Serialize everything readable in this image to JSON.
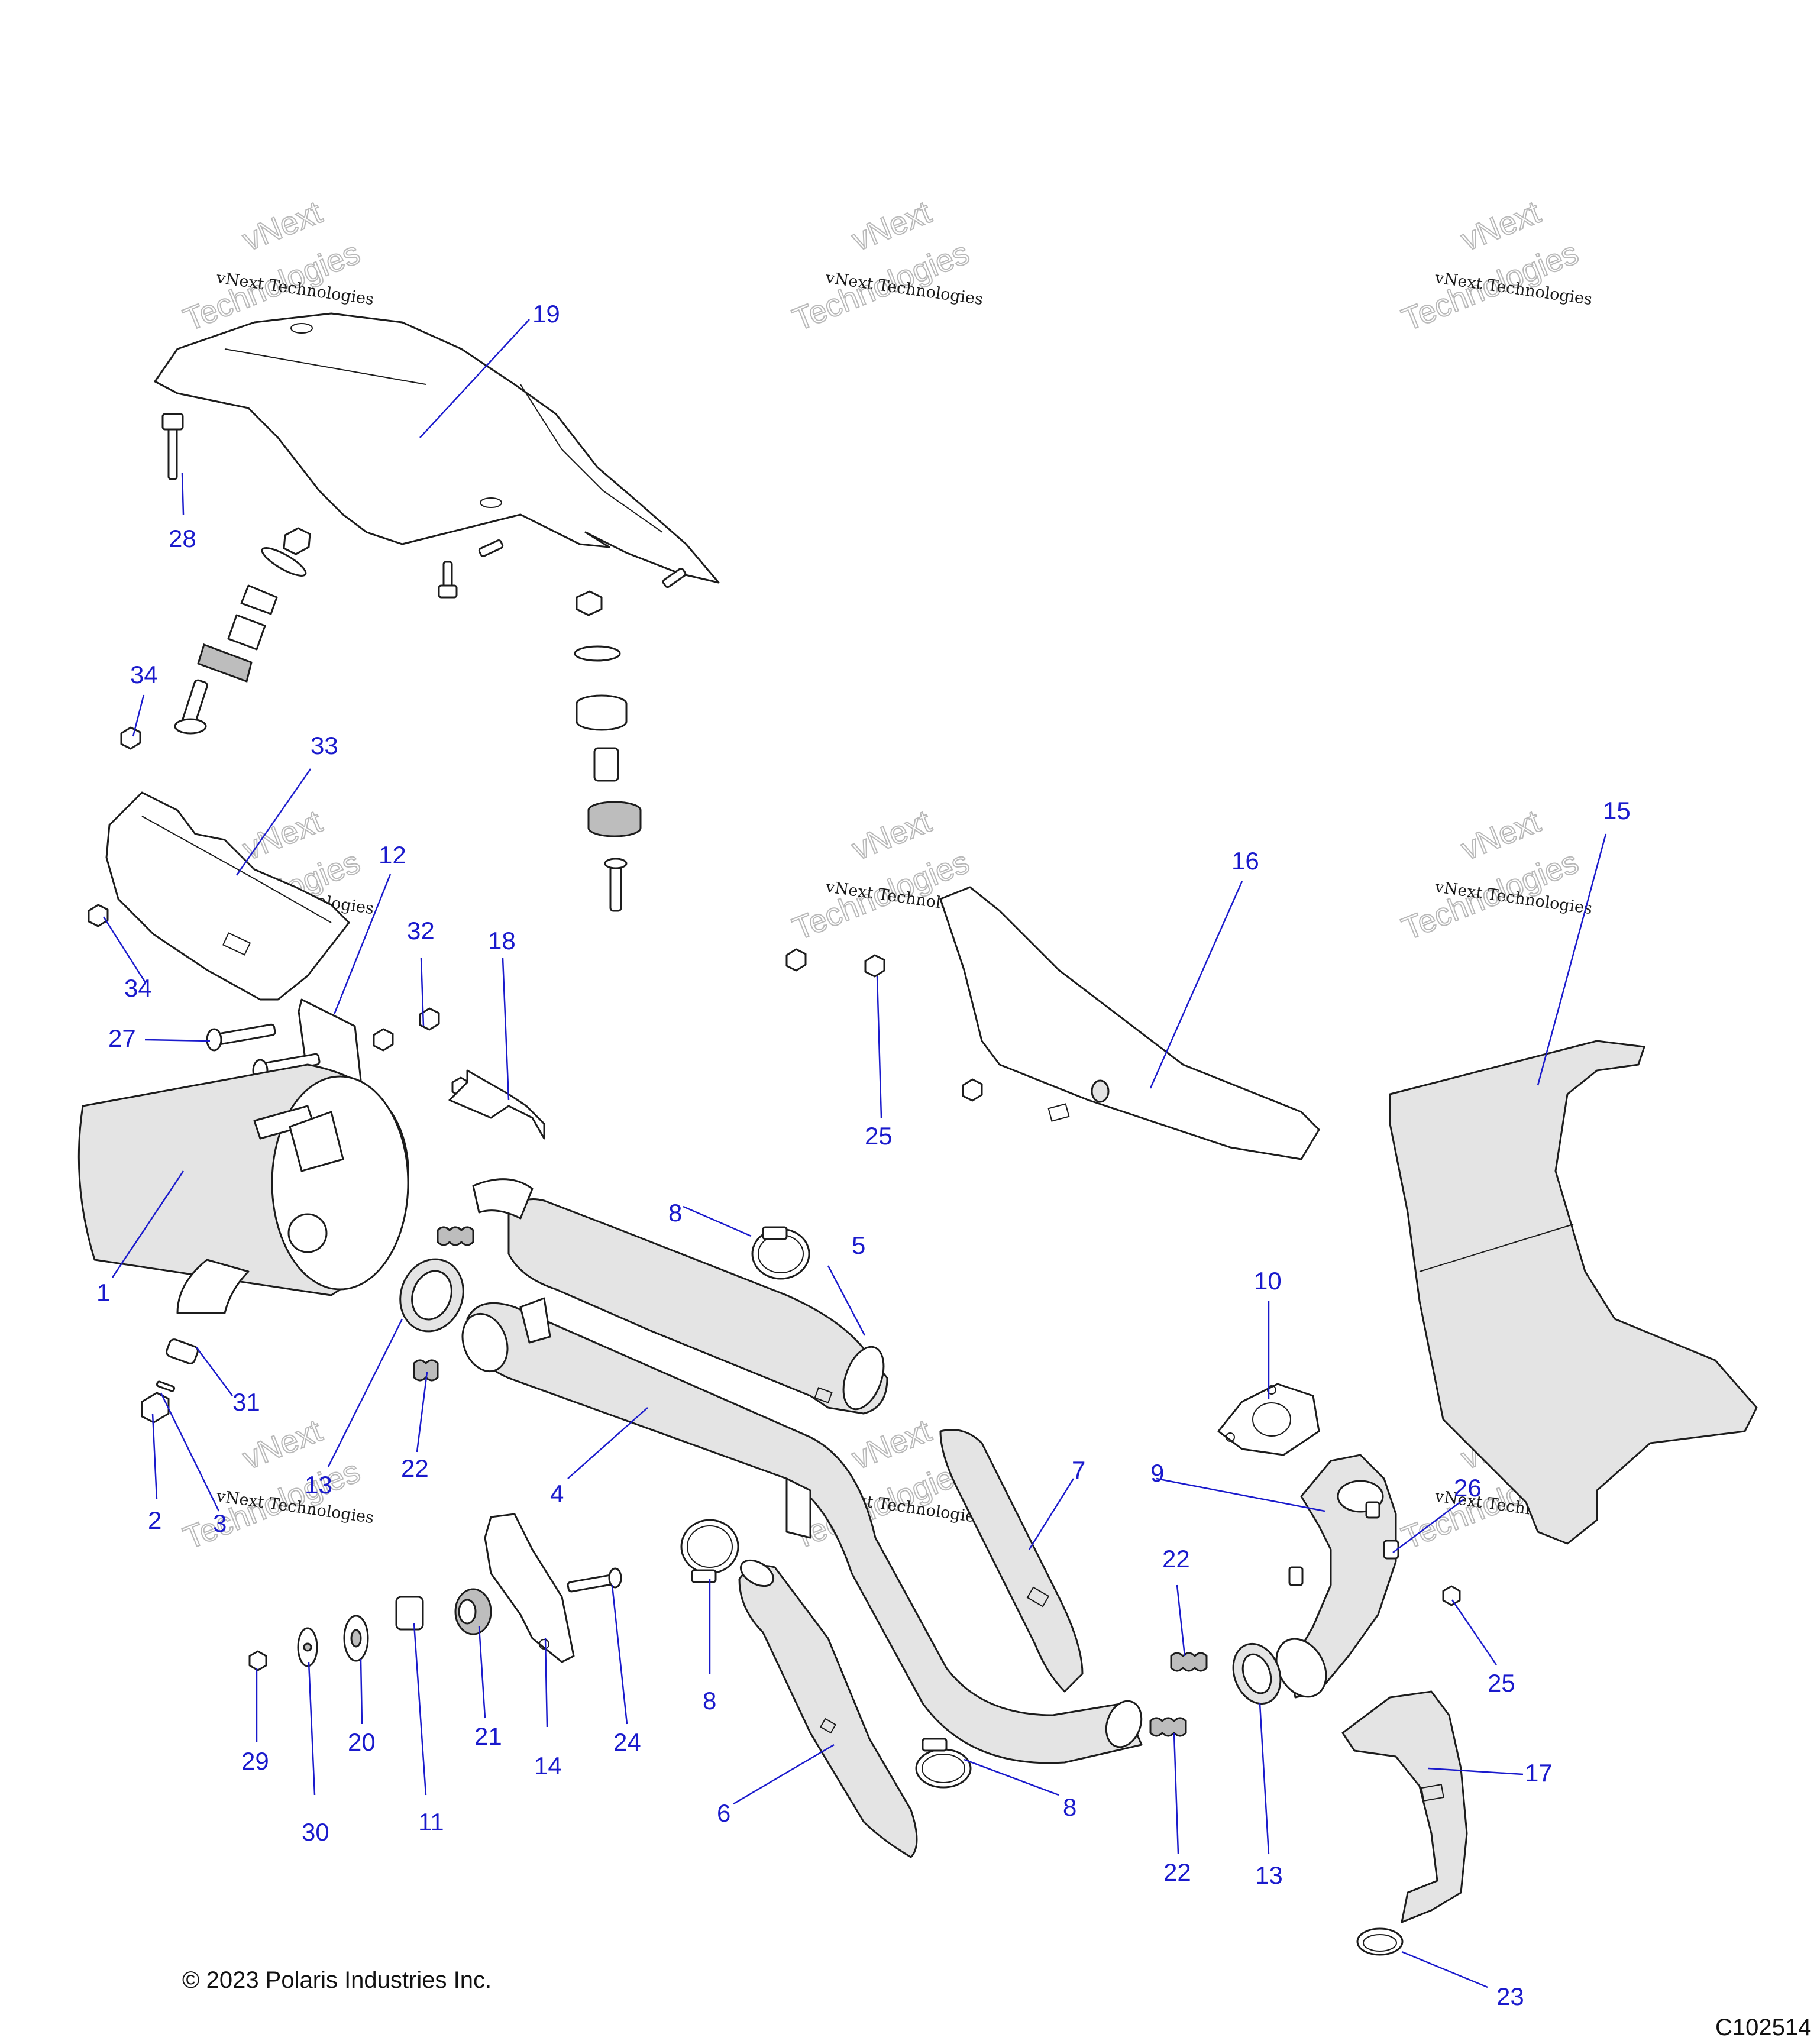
{
  "watermark": {
    "line1": "vNext Technologies",
    "line2": "vNext",
    "line3": "Technologies"
  },
  "callouts": {
    "c1": "1",
    "c2": "2",
    "c3": "3",
    "c4": "4",
    "c5": "5",
    "c6": "6",
    "c7": "7",
    "c8a": "8",
    "c8b": "8",
    "c8c": "8",
    "c9": "9",
    "c10": "10",
    "c11": "11",
    "c12": "12",
    "c13a": "13",
    "c13b": "13",
    "c14": "14",
    "c15": "15",
    "c16": "16",
    "c17": "17",
    "c18": "18",
    "c19": "19",
    "c20": "20",
    "c21": "21",
    "c22a": "22",
    "c22b": "22",
    "c22c": "22",
    "c23": "23",
    "c24": "24",
    "c25a": "25",
    "c25b": "25",
    "c26": "26",
    "c27": "27",
    "c28": "28",
    "c29": "29",
    "c30": "30",
    "c31": "31",
    "c32": "32",
    "c33": "33",
    "c34a": "34",
    "c34b": "34"
  },
  "footer": {
    "copyright": "© 2023 Polaris Industries Inc.",
    "figure_code": "C102514"
  },
  "colors": {
    "callout": "#1a1acc",
    "line": "#1c1c1c",
    "shade": "#e4e4e4"
  }
}
